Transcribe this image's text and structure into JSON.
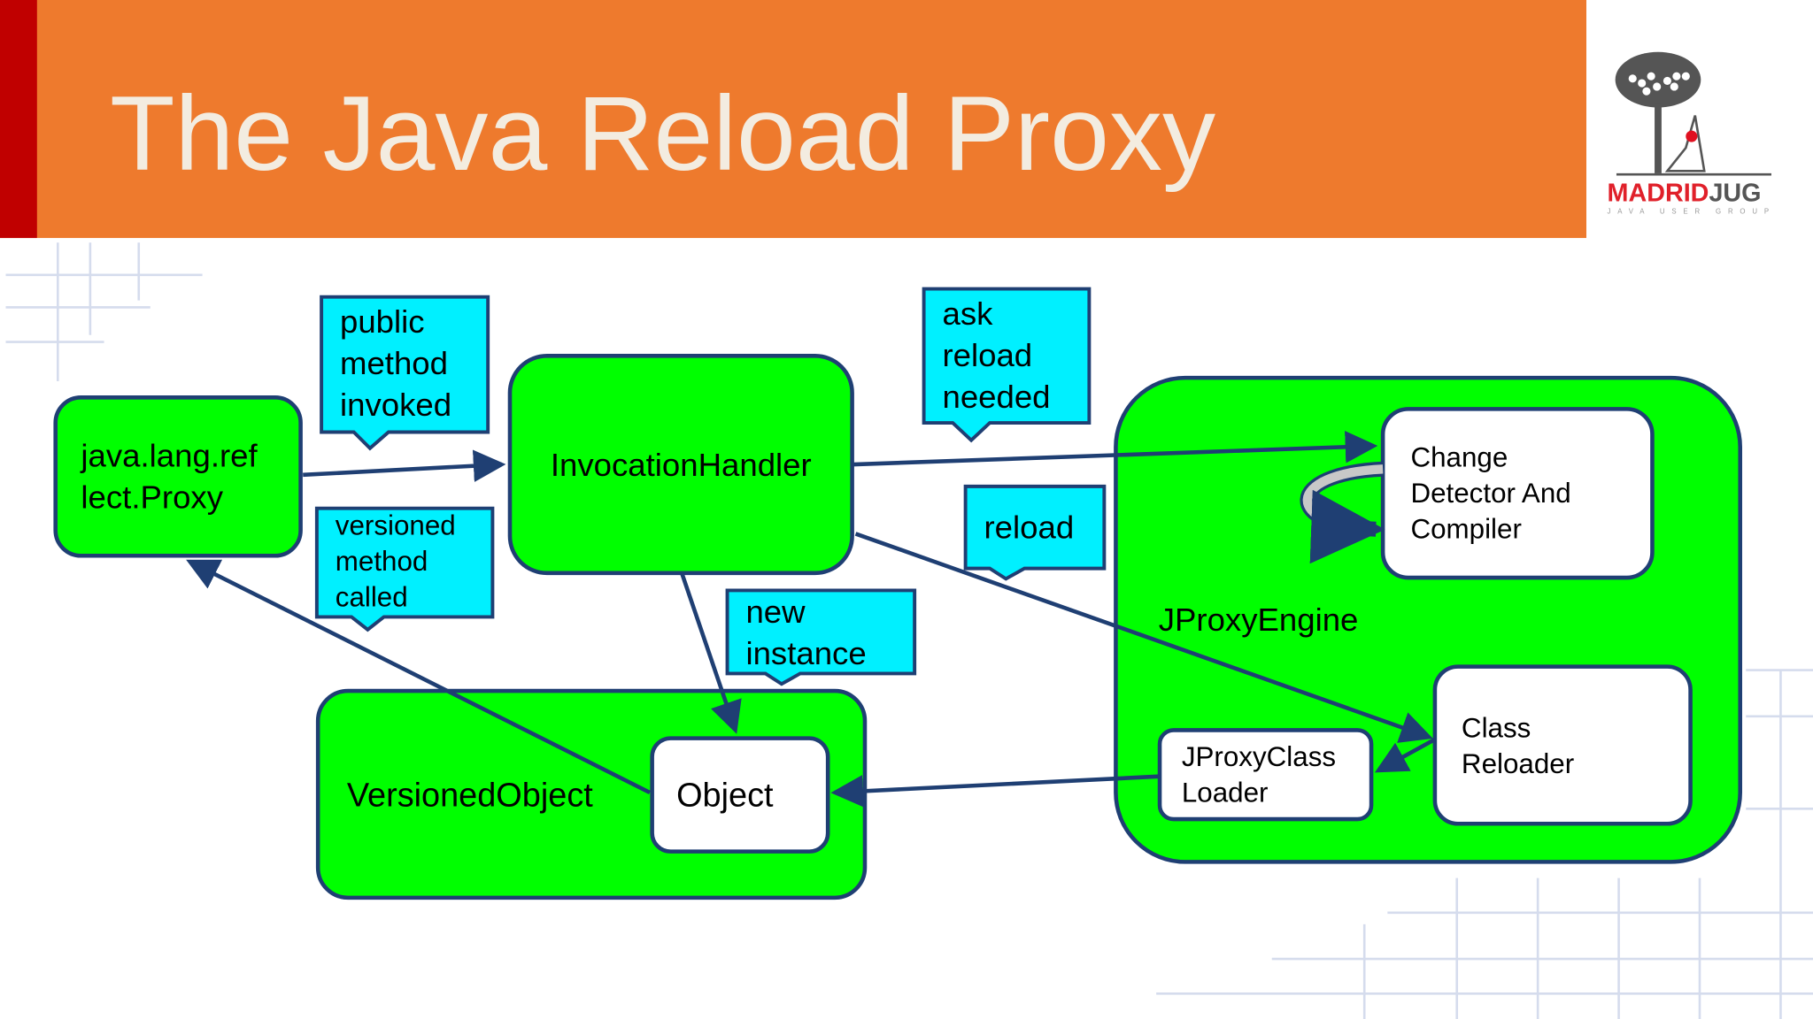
{
  "header": {
    "title": "The Java Reload Proxy"
  },
  "logo": {
    "name": "MADRIDJUG",
    "subtitle": "JAVA USER GROUP"
  },
  "colors": {
    "header": "#ee7a2d",
    "accent_strip": "#c00000",
    "node": "#00ff00",
    "callout": "#00f0ff",
    "edge": "#1f3f73"
  },
  "nodes": {
    "proxy": [
      "java.lang.ref",
      "lect.Proxy"
    ],
    "invocation_handler": "InvocationHandler",
    "versioned_object": "VersionedObject",
    "object": "Object",
    "engine": "JProxyEngine",
    "change_detector": [
      "Change",
      "Detector And",
      "Compiler"
    ],
    "class_reloader": [
      "Class",
      "Reloader"
    ],
    "class_loader": [
      "JProxyClass",
      "Loader"
    ]
  },
  "callouts": {
    "public_method": [
      "public",
      "method",
      "invoked"
    ],
    "versioned_method": [
      "versioned",
      "method",
      "called"
    ],
    "ask_reload": [
      "ask",
      "reload",
      "needed"
    ],
    "reload": "reload",
    "new_instance": [
      "new",
      "instance"
    ]
  }
}
